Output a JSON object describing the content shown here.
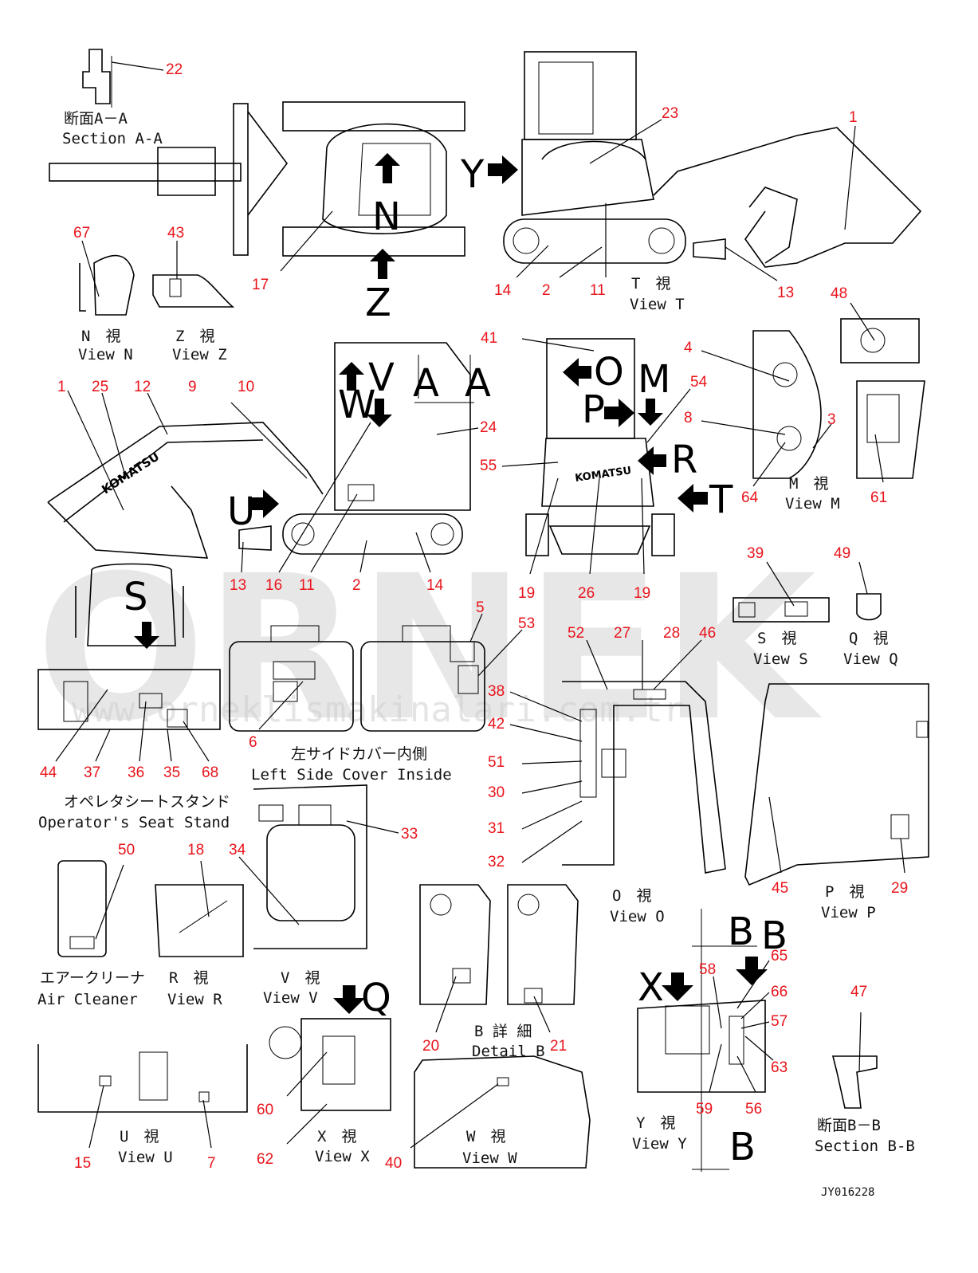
{
  "drawing_code": "JY016228",
  "watermark": {
    "brand": "ORNEK",
    "site": "www.orneklismakinalari.com.tr"
  },
  "callouts": {
    "c22": "22",
    "c17": "17",
    "c67": "67",
    "c43": "43",
    "c23": "23",
    "c1a": "1",
    "c14a": "14",
    "c2a": "2",
    "c11a": "11",
    "c13a": "13",
    "c48": "48",
    "c1b": "1",
    "c25": "25",
    "c12": "12",
    "c9": "9",
    "c10": "10",
    "c13b": "13",
    "c16": "16",
    "c11b": "11",
    "c2b": "2",
    "c14b": "14",
    "c24": "24",
    "c41": "41",
    "c54": "54",
    "c55": "55",
    "c19a": "19",
    "c26": "26",
    "c19b": "19",
    "c4": "4",
    "c8": "8",
    "c3": "3",
    "c64": "64",
    "c61": "61",
    "c5": "5",
    "c53": "53",
    "c6": "6",
    "c39": "39",
    "c49": "49",
    "c44": "44",
    "c37": "37",
    "c36": "36",
    "c35": "35",
    "c68": "68",
    "c52": "52",
    "c27": "27",
    "c28": "28",
    "c46": "46",
    "c38": "38",
    "c42": "42",
    "c51": "51",
    "c30": "30",
    "c31": "31",
    "c32": "32",
    "c45": "45",
    "c29": "29",
    "c33": "33",
    "c34": "34",
    "c50": "50",
    "c18": "18",
    "c20": "20",
    "c21": "21",
    "c65": "65",
    "c58": "58",
    "c66": "66",
    "c57": "57",
    "c63": "63",
    "c59": "59",
    "c56": "56",
    "c47": "47",
    "c60": "60",
    "c62": "62",
    "c40": "40",
    "c15": "15",
    "c7": "7"
  },
  "captions": {
    "sec_aa_jp": "断面A－A",
    "sec_aa_en": "Section A-A",
    "view_n_jp": "N　視",
    "view_n_en": "View N",
    "view_z_jp": "Z　視",
    "view_z_en": "View Z",
    "view_t_jp": "T　視",
    "view_t_en": "View T",
    "view_m_jp": "M　視",
    "view_m_en": "View M",
    "view_s_jp": "S　視",
    "view_s_en": "View S",
    "view_q_jp": "Q　視",
    "view_q_en": "View Q",
    "lsc_jp": "左サイドカバー内側",
    "lsc_en": "Left Side Cover Inside",
    "oss_jp": "オペレタシートスタンド",
    "oss_en": "Operator's Seat Stand",
    "view_o_jp": "O　視",
    "view_o_en": "View O",
    "view_p_jp": "P　視",
    "view_p_en": "View P",
    "ac_jp": "エアークリーナ",
    "ac_en": "Air Cleaner",
    "view_r_jp": "R　視",
    "view_r_en": "View R",
    "view_v_jp": "V　視",
    "view_v_en": "View V",
    "detail_b_jp": "B 詳 細",
    "detail_b_en": "Detail B",
    "view_u_jp": "U　視",
    "view_u_en": "View U",
    "view_x_jp": "X　視",
    "view_x_en": "View X",
    "view_w_jp": "W　視",
    "view_w_en": "View W",
    "view_y_jp": "Y　視",
    "view_y_en": "View Y",
    "sec_bb_jp": "断面B－B",
    "sec_bb_en": "Section B-B"
  },
  "view_letters": {
    "y": "Y",
    "n": "N",
    "z": "Z",
    "v": "V",
    "w": "W",
    "a1": "A",
    "a2": "A",
    "o": "O",
    "p": "P",
    "m": "M",
    "r": "R",
    "t": "T",
    "u": "U",
    "s": "S",
    "q": "Q",
    "x": "X",
    "b1": "B",
    "b2": "B",
    "b3": "B"
  },
  "machine_brand": "KOMATSU"
}
